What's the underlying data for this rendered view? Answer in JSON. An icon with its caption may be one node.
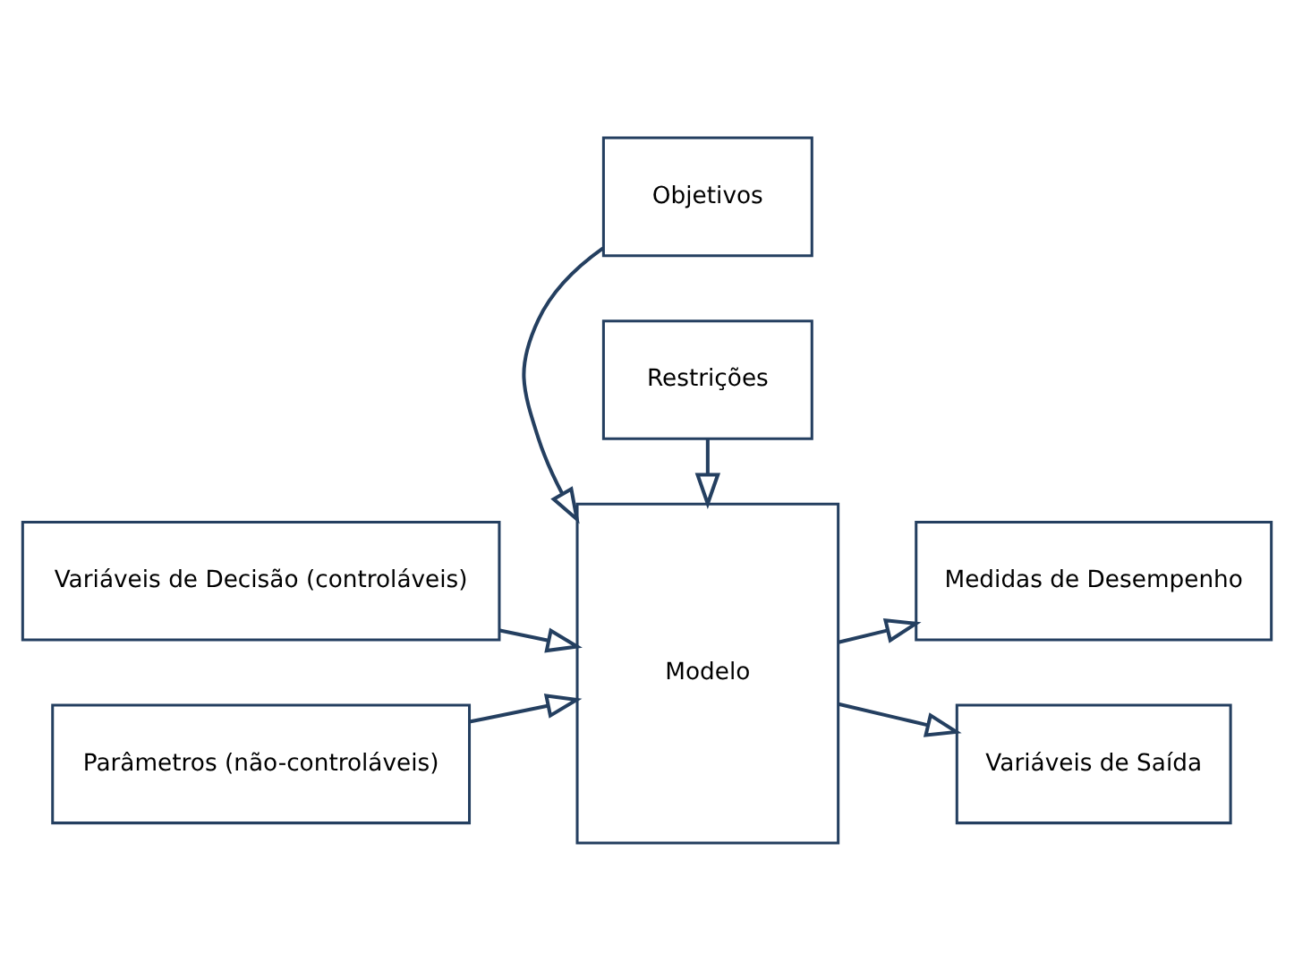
{
  "diagram": {
    "nodes": [
      {
        "text": [
          "Objetivos"
        ]
      },
      {
        "text": [
          "Variáveis de Decisão (controláveis)"
        ]
      },
      {
        "text": [
          "Modelo"
        ]
      },
      {
        "text": [
          "Medidas de Desempenho"
        ]
      },
      {
        "text": [
          "Parâmetros (não-controláveis)"
        ]
      },
      {
        "text": [
          "Variáveis de Saída"
        ]
      },
      {
        "text": [
          "Restrições"
        ]
      }
    ],
    "edges": [
      {
        "from": 0,
        "to": 2,
        "arrow": "to"
      },
      {
        "from": 1,
        "to": 2,
        "arrow": "to"
      },
      {
        "from": 4,
        "to": 2,
        "arrow": "to"
      },
      {
        "from": 2,
        "to": 3,
        "arrow": "to"
      },
      {
        "from": 2,
        "to": 5,
        "arrow": "to"
      },
      {
        "from": 6,
        "to": 2,
        "arrow": "to"
      }
    ]
  }
}
